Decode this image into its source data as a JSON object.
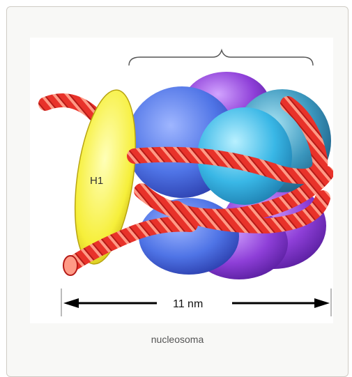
{
  "figure": {
    "histone_label": "H1",
    "scale_label": "11 nm",
    "colors": {
      "dna": "#e8322a",
      "dna_highlight": "#ff9a86",
      "h1": "#f6ef3a",
      "histone_blue": "#4f74e6",
      "histone_cyan": "#39b7e6",
      "histone_purple": "#8e3fd8",
      "histone_teal": "#2f8fb6"
    },
    "icons": [
      "bracket-icon",
      "double-arrow-icon"
    ]
  },
  "caption": "nucleosoma"
}
